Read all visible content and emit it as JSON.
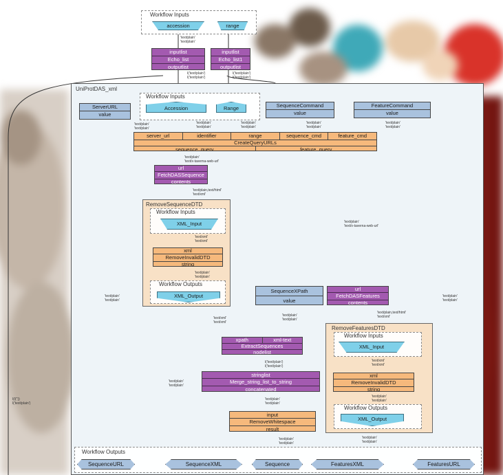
{
  "top": {
    "title": "Workflow Inputs",
    "accession": "accession",
    "range": "range",
    "echo0": [
      "inputlist",
      "Echo_list",
      "outputlist"
    ],
    "echo1": [
      "inputlist",
      "Echo_list1",
      "outputlist"
    ]
  },
  "main": {
    "title": "UniProtDAS_xml",
    "inputs_title": "Workflow Inputs",
    "accession": "Accession",
    "range": "Range",
    "server_url": [
      "ServerURL",
      "value"
    ],
    "seq_cmd": [
      "SequenceCommand",
      "value"
    ],
    "feat_cmd": [
      "FeatureCommand",
      "value"
    ],
    "create": {
      "ports_in": [
        "server_url",
        "identifier",
        "range",
        "sequence_cmd",
        "feature_cmd"
      ],
      "name": "CreateQueryURLs",
      "ports_out": [
        "sequence_query",
        "feature_query"
      ]
    },
    "fetch_seq": [
      "url",
      "FetchDASSequence",
      "contents"
    ],
    "fetch_feat": [
      "url",
      "FetchDASFeatures",
      "contents"
    ],
    "seq_xpath": [
      "SequenceXPath",
      "value"
    ],
    "extract": {
      "ports_in": [
        "xpath",
        "xml-text"
      ],
      "name": "ExtractSequences",
      "out": "nodelist"
    },
    "merge": [
      "stringlist",
      "Merge_string_list_to_string",
      "concatenated"
    ],
    "remove_ws": [
      "input",
      "RemoveWhitespace",
      "result"
    ],
    "remove_seq_dtd": {
      "title": "RemoveSequenceDTD",
      "inputs_title": "Workflow Inputs",
      "input": "XML_Input",
      "proc": [
        "xml",
        "RemoveInvalidDTD",
        "string"
      ],
      "outputs_title": "Workflow Outputs",
      "output": "XML_Output"
    },
    "remove_feat_dtd": {
      "title": "RemoveFeaturesDTD",
      "inputs_title": "Workflow Inputs",
      "input": "XML_Input",
      "proc": [
        "xml",
        "RemoveInvalidDTD",
        "string"
      ],
      "outputs_title": "Workflow Outputs",
      "output": "XML_Output"
    },
    "outputs_title": "Workflow Outputs",
    "outputs": [
      "SequenceURL",
      "SequenceXML",
      "Sequence",
      "FeaturesXML",
      "FeaturesURL"
    ]
  },
  "edge_labels": {
    "text_plain": "'text/plain'",
    "text_plain_pair": "'text/plain'\n'text/plain'",
    "text_xml_pair": "'text/xml'\n'text/xml'",
    "seq_web": "'text/plain'\n'text/x-taverna-web-url'",
    "feat_web": "'text/plain'\n'text/x-taverna-web-url'",
    "xml_html": "'text/plain,text/html'\n'text/xml'",
    "list_plain": "l('text/plain')\nl('text/plain')",
    "left_list": "l(l(''))\nl('text/plain')"
  }
}
